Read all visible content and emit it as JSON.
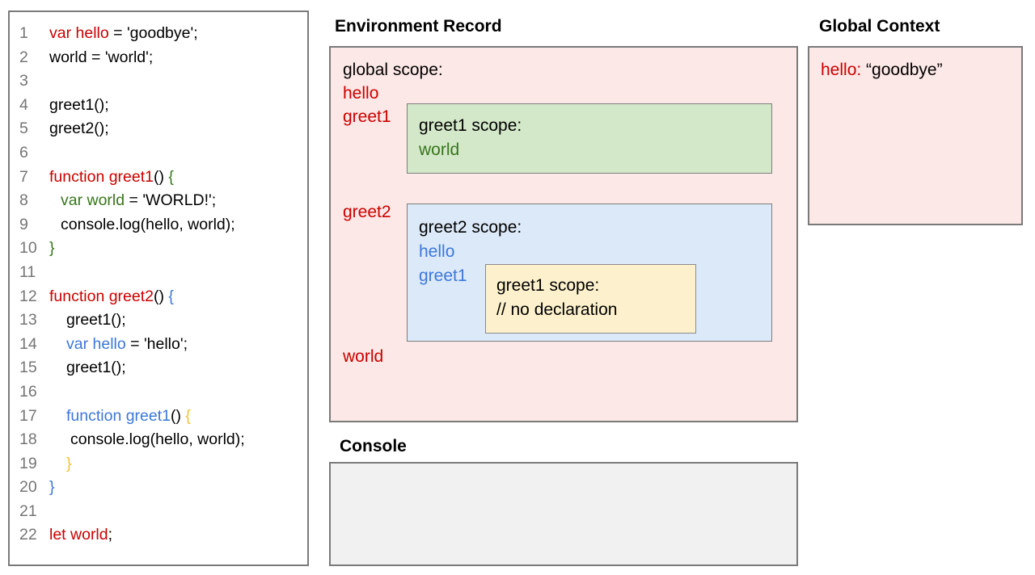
{
  "colors": {
    "accent_red": "#cc0000",
    "accent_green": "#38761d",
    "accent_blue": "#3c78d8",
    "accent_orange": "#f1c232",
    "pink_bg": "#fce8e6",
    "green_bg": "#d3e7c9",
    "blue_bg": "#dce9f8",
    "yellow_bg": "#fcf1cc",
    "console_bg": "#f1f1f1",
    "border_gray": "#7a7a7a",
    "line_number_gray": "#757575"
  },
  "code_panel": {
    "lines": [
      {
        "num": "1",
        "indent": 0,
        "segments": [
          {
            "text": "var hello",
            "color": "red"
          },
          {
            "text": " = 'goodbye';",
            "color": "black"
          }
        ]
      },
      {
        "num": "2",
        "indent": 0,
        "segments": [
          {
            "text": "world = 'world';",
            "color": "black"
          }
        ]
      },
      {
        "num": "3",
        "indent": 0,
        "segments": []
      },
      {
        "num": "4",
        "indent": 0,
        "segments": [
          {
            "text": "greet1();",
            "color": "black"
          }
        ]
      },
      {
        "num": "5",
        "indent": 0,
        "segments": [
          {
            "text": "greet2();",
            "color": "black"
          }
        ]
      },
      {
        "num": "6",
        "indent": 0,
        "segments": []
      },
      {
        "num": "7",
        "indent": 0,
        "segments": [
          {
            "text": "function greet1",
            "color": "red"
          },
          {
            "text": "() ",
            "color": "black"
          },
          {
            "text": "{",
            "color": "green"
          }
        ]
      },
      {
        "num": "8",
        "indent": 1,
        "segments": [
          {
            "text": "var world",
            "color": "green"
          },
          {
            "text": " = 'WORLD!';",
            "color": "black"
          }
        ]
      },
      {
        "num": "9",
        "indent": 1,
        "segments": [
          {
            "text": "console.log(hello, world);",
            "color": "black"
          }
        ]
      },
      {
        "num": "10",
        "indent": 0,
        "segments": [
          {
            "text": "}",
            "color": "green"
          }
        ]
      },
      {
        "num": "11",
        "indent": 0,
        "segments": []
      },
      {
        "num": "12",
        "indent": 0,
        "segments": [
          {
            "text": "function greet2",
            "color": "red"
          },
          {
            "text": "() ",
            "color": "black"
          },
          {
            "text": "{",
            "color": "blue"
          }
        ]
      },
      {
        "num": "13",
        "indent": 2,
        "segments": [
          {
            "text": "greet1();",
            "color": "black"
          }
        ]
      },
      {
        "num": "14",
        "indent": 2,
        "segments": [
          {
            "text": "var hello",
            "color": "blue"
          },
          {
            "text": " = 'hello';",
            "color": "black"
          }
        ]
      },
      {
        "num": "15",
        "indent": 2,
        "segments": [
          {
            "text": "greet1();",
            "color": "black"
          }
        ]
      },
      {
        "num": "16",
        "indent": 0,
        "segments": []
      },
      {
        "num": "17",
        "indent": 2,
        "segments": [
          {
            "text": "function greet1",
            "color": "blue"
          },
          {
            "text": "() ",
            "color": "black"
          },
          {
            "text": "{",
            "color": "orange"
          }
        ]
      },
      {
        "num": "18",
        "indent": 3,
        "segments": [
          {
            "text": "console.log(hello, world);",
            "color": "black"
          }
        ]
      },
      {
        "num": "19",
        "indent": 2,
        "segments": [
          {
            "text": "}",
            "color": "orange"
          }
        ]
      },
      {
        "num": "20",
        "indent": 0,
        "segments": [
          {
            "text": "}",
            "color": "blue"
          }
        ]
      },
      {
        "num": "21",
        "indent": 0,
        "segments": []
      },
      {
        "num": "22",
        "indent": 0,
        "segments": [
          {
            "text": "let world",
            "color": "red"
          },
          {
            "text": ";",
            "color": "black"
          }
        ]
      }
    ]
  },
  "environment_record": {
    "title": "Environment Record",
    "global_scope_label": "global scope:",
    "label_hello": "hello",
    "label_greet1": "greet1",
    "label_greet2": "greet2",
    "label_world": "world",
    "greet1_scope": {
      "title": "greet1 scope:",
      "entry": "world"
    },
    "greet2_scope": {
      "title": "greet2 scope:",
      "entry1": "hello",
      "entry2": "greet1",
      "inner_scope": {
        "title": "greet1 scope:",
        "comment": "// no declaration"
      }
    }
  },
  "global_context": {
    "title": "Global Context",
    "entry_key": "hello:",
    "entry_value": " “goodbye”"
  },
  "console": {
    "title": "Console"
  }
}
